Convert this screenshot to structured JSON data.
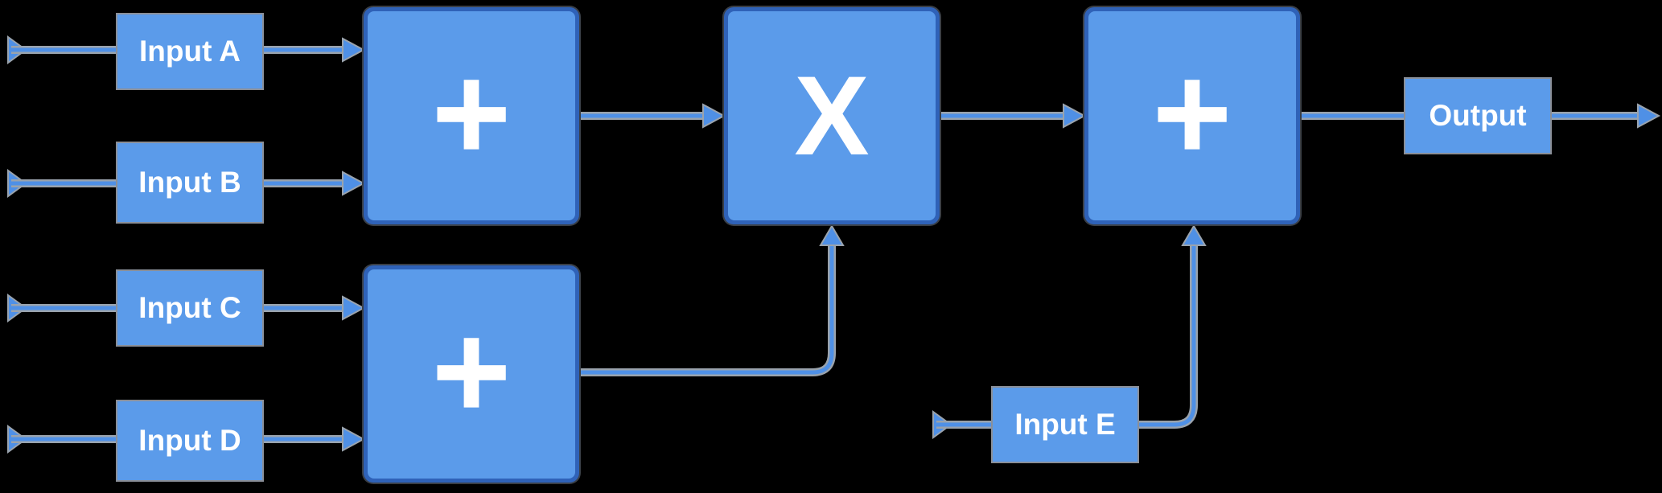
{
  "colors": {
    "background": "#000000",
    "box_fill": "#5b9bea",
    "op_border": "#2f62b8",
    "wire": "#4f90e6",
    "wire_halo": "#9aa3ad",
    "text": "#ffffff"
  },
  "inputs": {
    "a": "Input A",
    "b": "Input B",
    "c": "Input C",
    "d": "Input D",
    "e": "Input E"
  },
  "output": "Output",
  "operators": {
    "add_top": "+",
    "add_bottom": "+",
    "multiply": "X",
    "add_final": "+"
  }
}
